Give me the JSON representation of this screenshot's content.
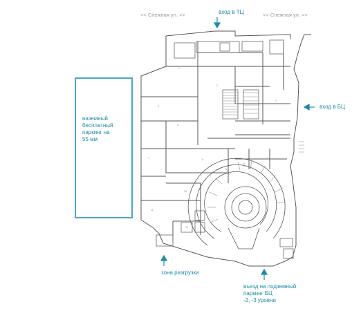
{
  "map": {
    "street_left": "<< Снежная ул. >>",
    "street_right": "<< Снежная ул. >>",
    "entrance_tc": "вход в ТЦ",
    "entrance_bc": "вход в БЦ",
    "parking_line1": "наземный",
    "parking_line2": "бесплатный",
    "parking_line3": "паркинг на",
    "parking_line4": "55 мм",
    "unloading_zone": "зона разгрузки",
    "underground_line1": "въезд на подземный",
    "underground_line2": "паркинг БЦ",
    "underground_line3": "-2, -3 уровни",
    "accent_color": "#1a8aa8",
    "line_color": "#555555"
  }
}
